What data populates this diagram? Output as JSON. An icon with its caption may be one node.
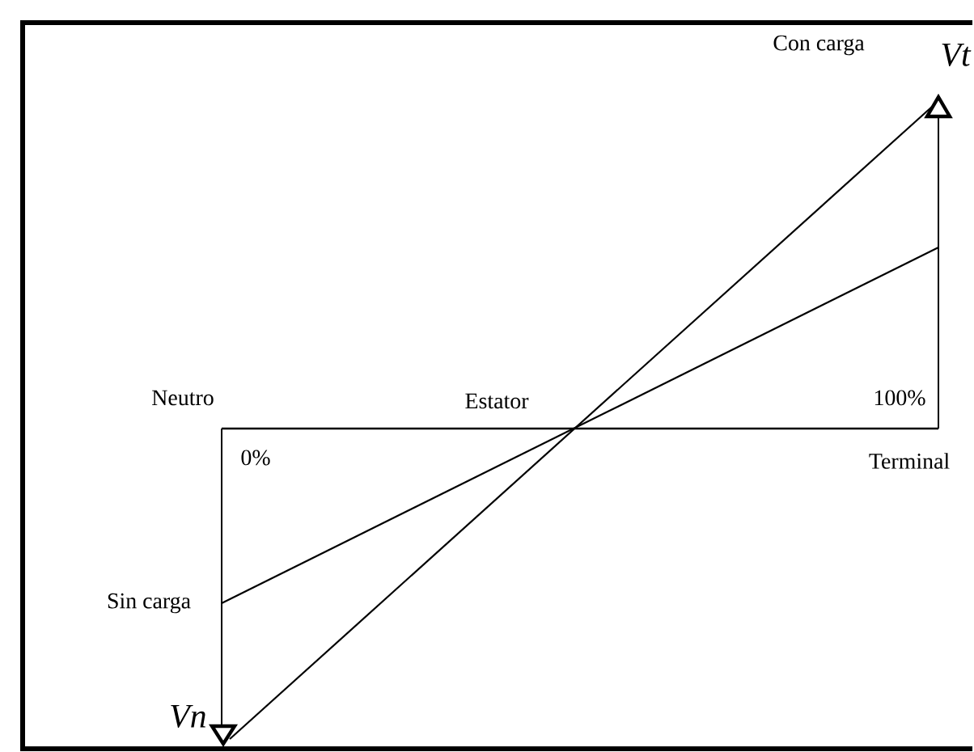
{
  "diagram": {
    "labels": [
      "Con carga",
      "Vt",
      "Neutro",
      "Estator",
      "100%",
      "0%",
      "Terminal",
      "Sin carga",
      "Vn"
    ]
  }
}
